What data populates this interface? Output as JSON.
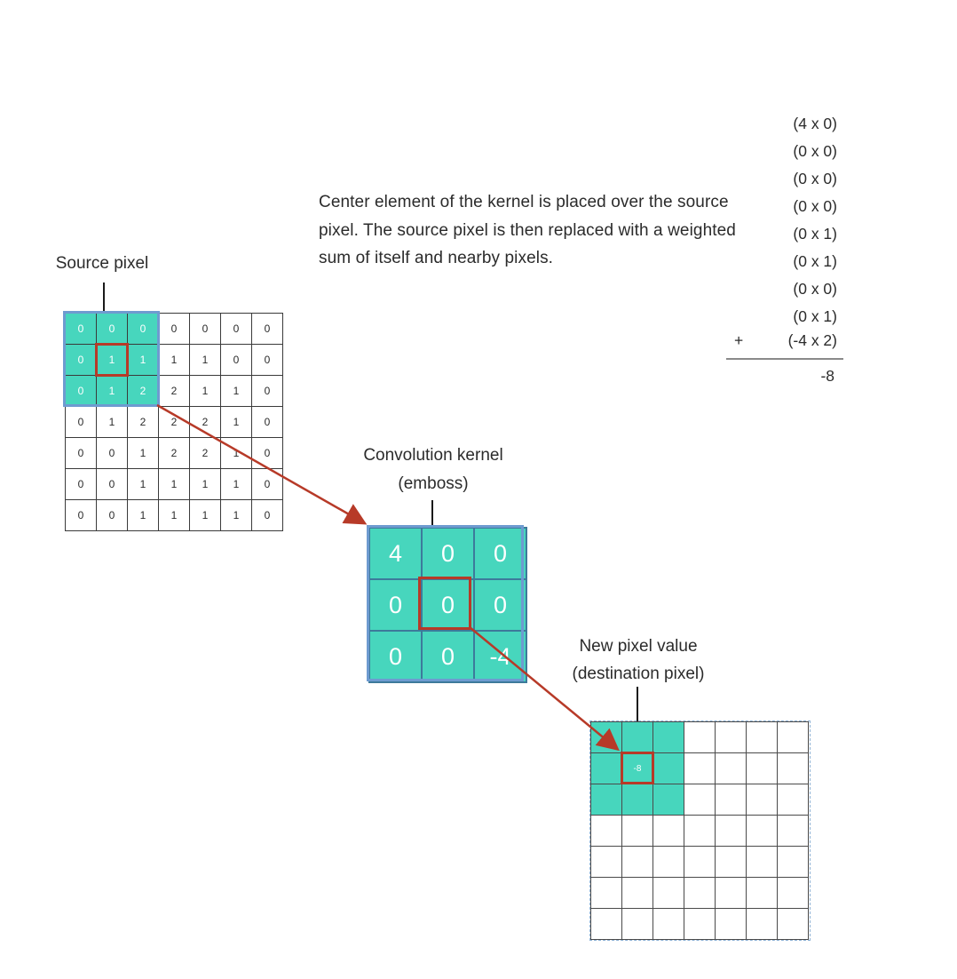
{
  "description": "Center element of the kernel is placed over the source pixel. The source pixel is then replaced with a weighted sum of itself and nearby pixels.",
  "labels": {
    "source_pixel": "Source pixel",
    "kernel_title": "Convolution kernel",
    "kernel_subtitle": "(emboss)",
    "new_pixel_title": "New pixel value",
    "new_pixel_subtitle": "(destination pixel)"
  },
  "calculation": {
    "terms": [
      "(4 x 0)",
      "(0 x 0)",
      "(0 x 0)",
      "(0 x 0)",
      "(0 x 1)",
      "(0 x 1)",
      "(0 x 0)",
      "(0 x 1)",
      "(-4 x 2)"
    ],
    "operator": "+",
    "result": "-8"
  },
  "source_grid": [
    [
      "0",
      "0",
      "0",
      "0",
      "0",
      "0",
      "0"
    ],
    [
      "0",
      "1",
      "1",
      "1",
      "1",
      "0",
      "0"
    ],
    [
      "0",
      "1",
      "2",
      "2",
      "1",
      "1",
      "0"
    ],
    [
      "0",
      "1",
      "2",
      "2",
      "2",
      "1",
      "0"
    ],
    [
      "0",
      "0",
      "1",
      "2",
      "2",
      "1",
      "0"
    ],
    [
      "0",
      "0",
      "1",
      "1",
      "1",
      "1",
      "0"
    ],
    [
      "0",
      "0",
      "1",
      "1",
      "1",
      "1",
      "0"
    ]
  ],
  "kernel": [
    [
      "4",
      "0",
      "0"
    ],
    [
      "0",
      "0",
      "0"
    ],
    [
      "0",
      "0",
      "-4"
    ]
  ],
  "destination_value": "-8",
  "colors": {
    "teal_highlight": "#47d6bd",
    "kernel_outline": "#6e9bd0",
    "red_marker": "#b73a28",
    "text": "#2b2b2b"
  }
}
